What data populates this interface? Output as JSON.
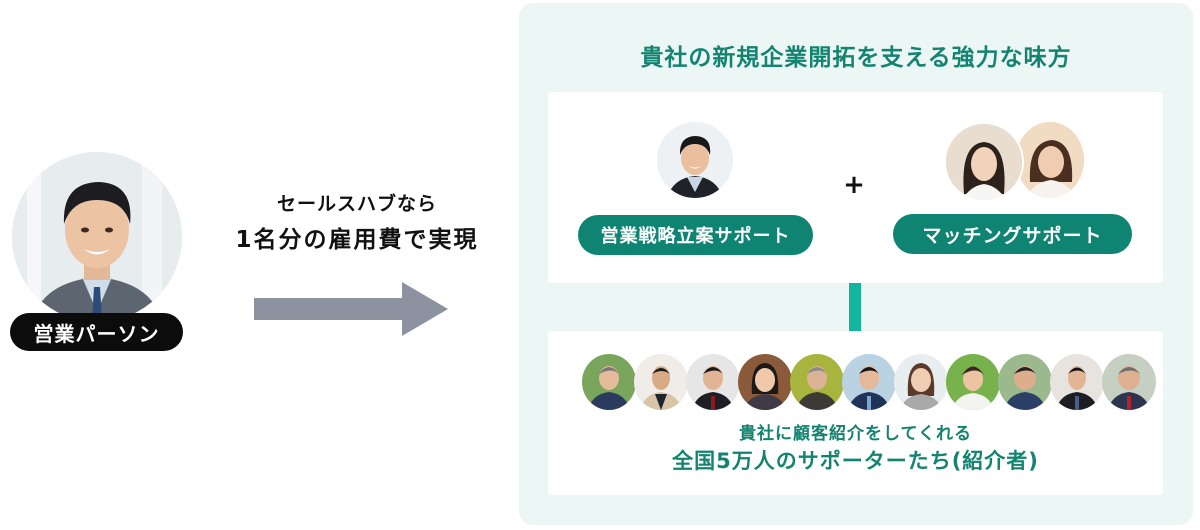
{
  "left": {
    "person_label": "営業パーソン",
    "person_avatar": "salesperson-photo"
  },
  "middle": {
    "line1": "セールスハブなら",
    "line2": "1名分の雇用費で実現",
    "arrow_color": "#8d92a0"
  },
  "panel": {
    "title": "貴社の新規企業開拓を支える強力な味方",
    "background": "#ecf6f5",
    "accent": "#0f8473",
    "connector_color": "#14b59e",
    "top_card": {
      "left_label": "営業戦略立案サポート",
      "plus": "+",
      "right_label": "マッチングサポート"
    },
    "bottom_card": {
      "avatar_count": 11,
      "line1": "貴社に顧客紹介をしてくれる",
      "line2": "全国5万人のサポーターたち(紹介者)"
    }
  }
}
